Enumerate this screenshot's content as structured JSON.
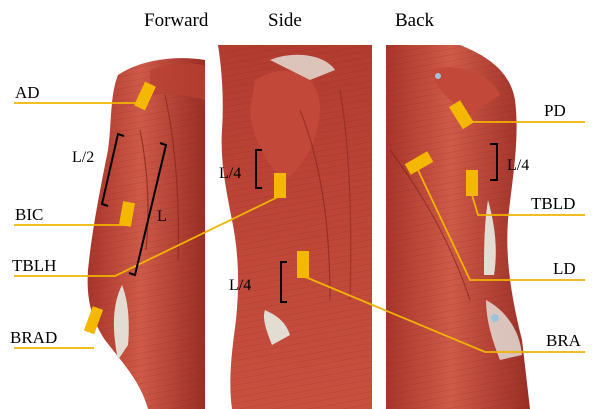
{
  "views": {
    "forward": "Forward",
    "side": "Side",
    "back": "Back"
  },
  "sensors": {
    "ad": "AD",
    "bic": "BIC",
    "tblh": "TBLH",
    "brad": "BRAD",
    "pd": "PD",
    "tbld": "TBLD",
    "ld": "LD",
    "bra": "BRA"
  },
  "lengths": {
    "half": "L/2",
    "full": "L",
    "quarter_side_upper": "L/4",
    "quarter_side_lower": "L/4",
    "quarter_back": "L/4"
  },
  "colors": {
    "sensor": "#F5B800",
    "leader": "#F0B400",
    "muscle": "#C6473A",
    "muscle_dark": "#8E2A22",
    "tendon": "#E4DDD5",
    "bracket": "#000000"
  }
}
